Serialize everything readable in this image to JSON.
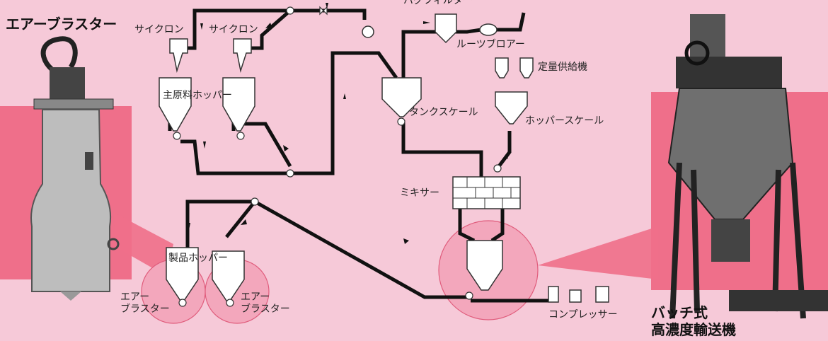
{
  "colors": {
    "background": "#f6c9d8",
    "accent": "#ef6f8a",
    "pipe": "#111111"
  },
  "labels": {
    "air_blaster_title": "エアーブラスター",
    "cyclone_1": "サイクロン",
    "cyclone_2": "サイクロン",
    "bag_filter": "バグフィルター",
    "roots_blower": "ルーツブロアー",
    "feeder": "定量供給機",
    "main_hopper": "主原料ホッパー",
    "tank_scale": "タンクスケール",
    "hopper_scale": "ホッパースケール",
    "mixer": "ミキサー",
    "product_hopper": "製品ホッパー",
    "air_blaster_1": "エアー\nブラスター",
    "air_blaster_2": "エアー\nブラスター",
    "compressor": "コンプレッサー",
    "batch_title_1": "バッチ式",
    "batch_title_2": "高濃度輸送機"
  },
  "icons": [
    "air-blaster-photo",
    "batch-transporter-photo",
    "cyclone-icon",
    "hopper-icon",
    "valve-icon",
    "arrow-icon",
    "compressor-icon",
    "blower-icon"
  ]
}
